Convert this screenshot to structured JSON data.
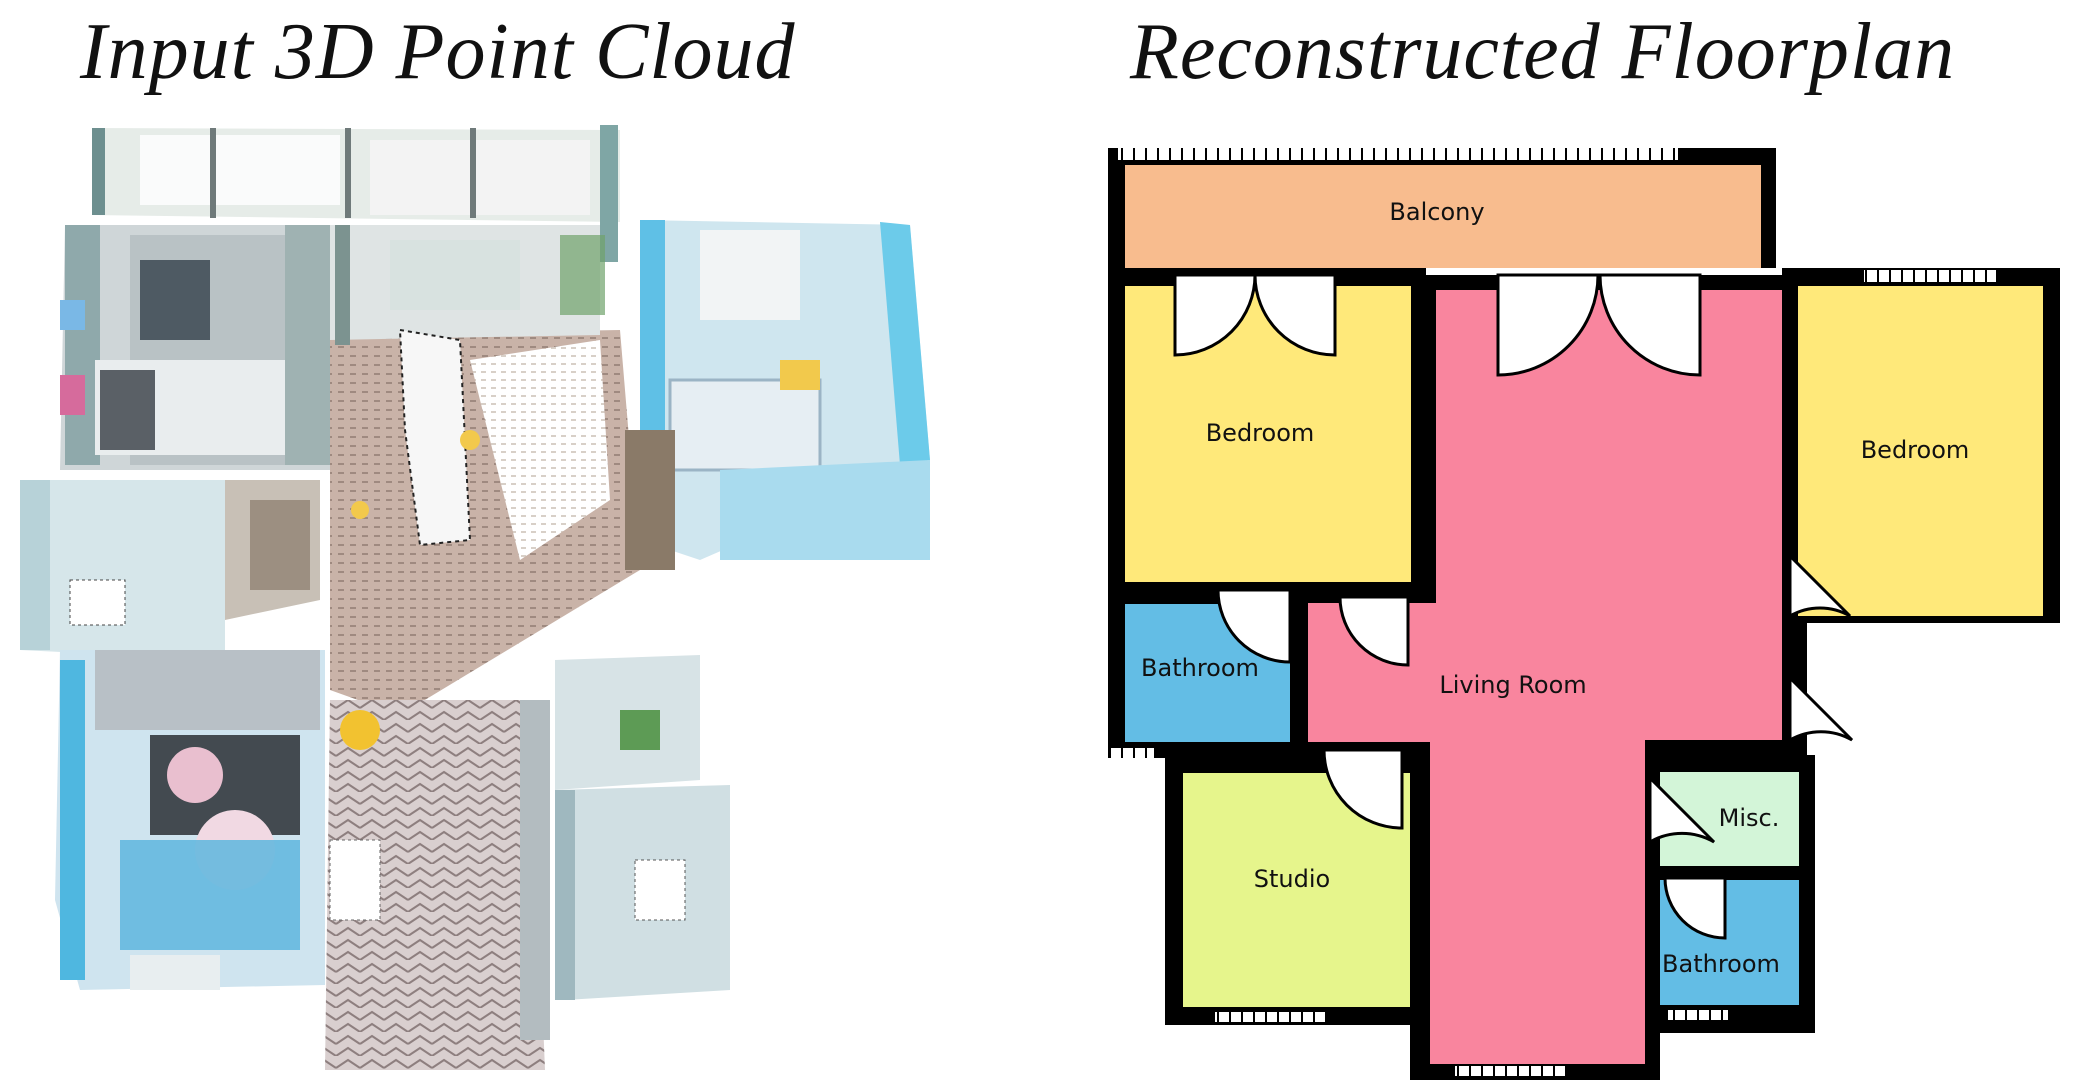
{
  "titles": {
    "left": "Input 3D Point Cloud",
    "right": "Reconstructed Floorplan"
  },
  "floorplan": {
    "rooms": [
      {
        "id": "balcony",
        "label": "Balcony",
        "color": "#F8BC8E"
      },
      {
        "id": "bedroom-left",
        "label": "Bedroom",
        "color": "#FFE97A"
      },
      {
        "id": "bedroom-right",
        "label": "Bedroom",
        "color": "#FFE97A"
      },
      {
        "id": "living-room",
        "label": "Living Room",
        "color": "#F9859E"
      },
      {
        "id": "bathroom-left",
        "label": "Bathroom",
        "color": "#63BDE5"
      },
      {
        "id": "studio",
        "label": "Studio",
        "color": "#E6F58C"
      },
      {
        "id": "misc",
        "label": "Misc.",
        "color": "#D3F5D8"
      },
      {
        "id": "bathroom-right",
        "label": "Bathroom",
        "color": "#63BDE5"
      }
    ],
    "wall_color": "#000000"
  },
  "point_cloud": {
    "palette": {
      "floor": "#B9A39A",
      "wall_teal": "#8FBFC1",
      "wall_blue": "#6EC6E6",
      "light": "#E9EEF0",
      "dark": "#3A3F44"
    }
  }
}
